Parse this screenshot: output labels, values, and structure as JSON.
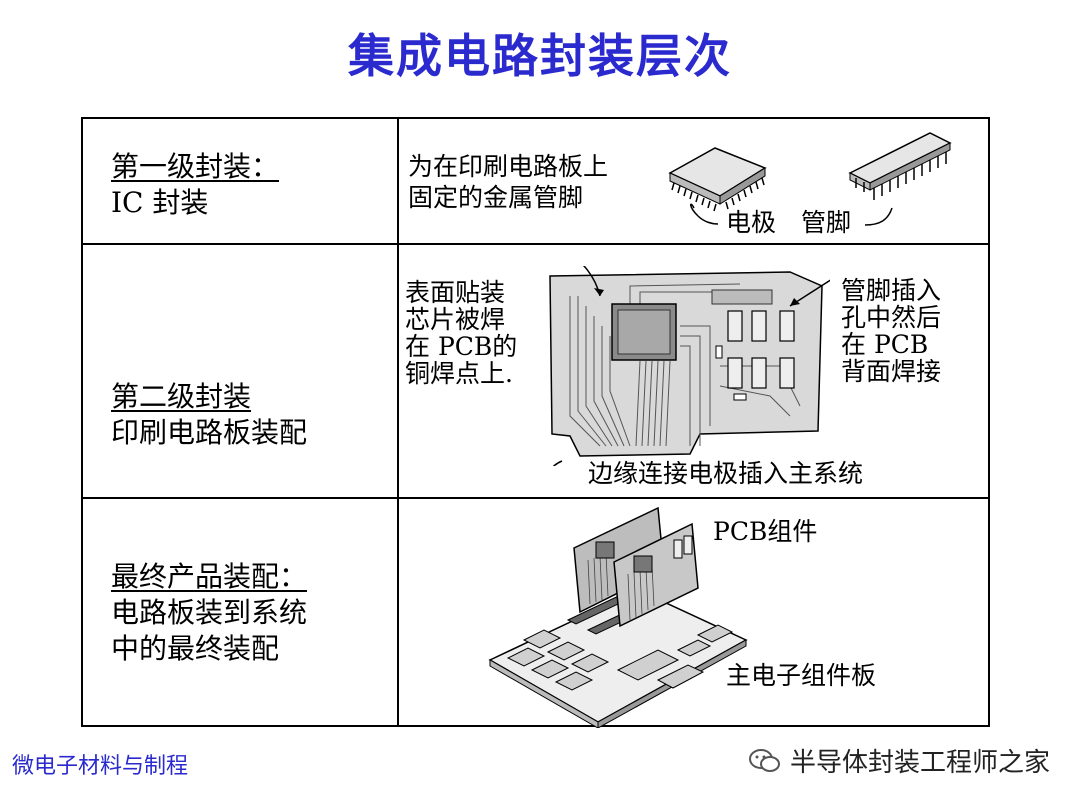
{
  "title": "集成电路封装层次",
  "rows": [
    {
      "heading": "第一级封装：",
      "subtitle": "IC 封装",
      "desc_lines": [
        "为在印刷电路板上",
        "固定的金属管脚"
      ],
      "labels": {
        "electrode": "电极",
        "pins": "管脚"
      }
    },
    {
      "heading": "第二级封装",
      "subtitle": "印刷电路板装配",
      "left_note": [
        "表面贴装",
        "芯片被焊",
        "在 PCB的",
        "铜焊点上."
      ],
      "right_note": [
        "管脚插入",
        "孔中然后",
        "在 PCB",
        "背面焊接"
      ],
      "bottom_note": "边缘连接电极插入主系统"
    },
    {
      "heading": "最终产品装配：",
      "lines": [
        "电路板装到系统",
        "中的最终装配"
      ],
      "labels": {
        "pcb": "PCB组件",
        "mainboard": "主电子组件板"
      }
    }
  ],
  "footer": {
    "left": "微电子材料与制程",
    "right": "半导体封装工程师之家"
  }
}
